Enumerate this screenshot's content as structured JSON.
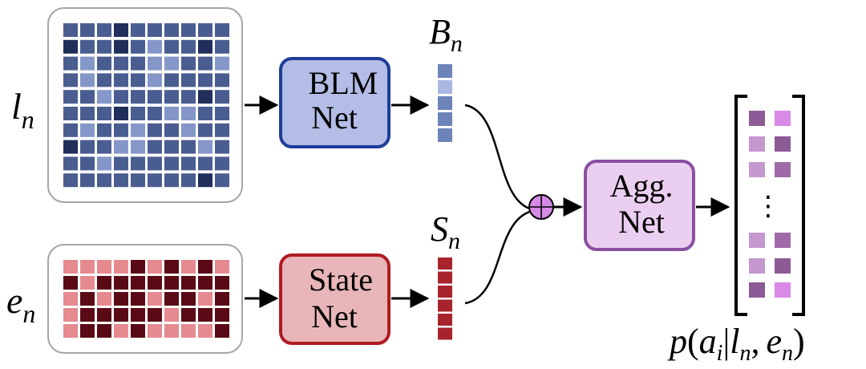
{
  "inputs": {
    "top_symbol": "l",
    "top_subscript": "n",
    "bottom_symbol": "e",
    "bottom_subscript": "n"
  },
  "blm_net": {
    "line1": "BLM",
    "line2": "Net"
  },
  "state_net": {
    "line1": "State",
    "line2": "Net"
  },
  "agg_net": {
    "line1": "Agg.",
    "line2": "Net"
  },
  "vectors": {
    "b_symbol": "B",
    "b_subscript": "n",
    "s_symbol": "S",
    "s_subscript": "n"
  },
  "combine_operator": "⊕",
  "output": {
    "ellipsis": "⋮",
    "formula": {
      "p": "p",
      "open": "(",
      "a": "a",
      "a_sub": "i",
      "bar": "|",
      "l": "l",
      "l_sub": "n",
      "comma": ",",
      "e": "e",
      "e_sub": "n",
      "close": ")"
    }
  },
  "colors": {
    "blue_dark": "#1f2f5a",
    "blue_mid": "#4a5d91",
    "blue_light": "#8597c8",
    "blm_fill": "#b3bde6",
    "blm_border": "#1f3d99",
    "red_dark": "#5a0a14",
    "red_light": "#e58a8f",
    "state_fill": "#e8b6b8",
    "state_border": "#b01c22",
    "agg_fill": "#ebcff0",
    "agg_border": "#8a4fa0",
    "purple_node": "#d58ae6"
  },
  "grids": {
    "blue_levels": [
      [
        1,
        1,
        1,
        2,
        1,
        1,
        1,
        1,
        1,
        1
      ],
      [
        2,
        1,
        1,
        2,
        1,
        0,
        1,
        1,
        2,
        1
      ],
      [
        1,
        0,
        1,
        1,
        1,
        0,
        0,
        1,
        1,
        0
      ],
      [
        1,
        0,
        1,
        1,
        1,
        0,
        1,
        1,
        1,
        1
      ],
      [
        1,
        1,
        0,
        1,
        1,
        1,
        1,
        1,
        2,
        1
      ],
      [
        1,
        1,
        1,
        2,
        1,
        1,
        0,
        0,
        1,
        1
      ],
      [
        1,
        0,
        1,
        1,
        0,
        1,
        1,
        0,
        1,
        1
      ],
      [
        2,
        1,
        1,
        0,
        0,
        1,
        1,
        1,
        0,
        1
      ],
      [
        1,
        1,
        0,
        1,
        1,
        1,
        1,
        1,
        1,
        1
      ],
      [
        1,
        1,
        1,
        1,
        1,
        1,
        1,
        1,
        2,
        1
      ]
    ],
    "red_levels": [
      [
        1,
        1,
        1,
        1,
        0,
        1,
        0,
        1,
        0,
        1
      ],
      [
        0,
        1,
        0,
        0,
        0,
        0,
        0,
        0,
        0,
        0
      ],
      [
        1,
        0,
        1,
        0,
        0,
        1,
        0,
        0,
        1,
        0
      ],
      [
        1,
        0,
        0,
        0,
        0,
        0,
        1,
        0,
        0,
        0
      ],
      [
        1,
        0,
        0,
        1,
        0,
        1,
        1,
        1,
        1,
        0
      ]
    ],
    "b_vector_levels": [
      1,
      0,
      1,
      1,
      1
    ],
    "s_vector_levels": [
      1,
      1,
      1,
      1,
      1,
      1
    ],
    "output_rows": [
      [
        "#8c5a94",
        "#d88ae6"
      ],
      [
        "#c497cf",
        "#8c5a94"
      ],
      [
        "#c497cf",
        "#a06aa8"
      ],
      [
        "#c497cf",
        "#a06aa8"
      ],
      [
        "#c497cf",
        "#8c5a94"
      ],
      [
        "#8c5a94",
        "#d88ae6"
      ]
    ]
  }
}
